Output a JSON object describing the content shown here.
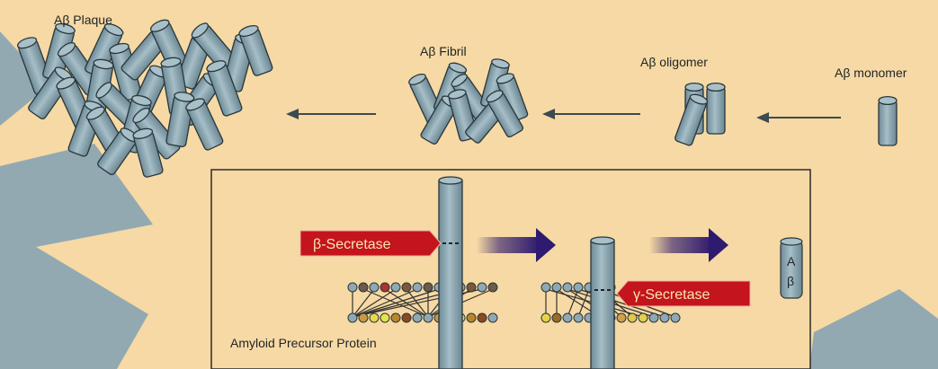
{
  "labels": {
    "plaque": "Aβ Plaque",
    "fibril": "Aβ Fibril",
    "oligomer": "Aβ oligomer",
    "monomer": "Aβ monomer",
    "beta_secretase": "β-Secretase",
    "gamma_secretase": "γ-Secretase",
    "app": "Amyloid Precursor Protein",
    "ab_top": "A",
    "ab_bottom": "β"
  },
  "colors": {
    "background": "#f6d9a4",
    "shape": "#92a9b2",
    "cylinder": "#8ea9b4",
    "outline": "#29363c",
    "arrow_dark": "#3d4a50",
    "arrow_purple": "#2e1a6e",
    "secretase_fill": "#c4141e",
    "secretase_text": "#f7e7b0"
  }
}
